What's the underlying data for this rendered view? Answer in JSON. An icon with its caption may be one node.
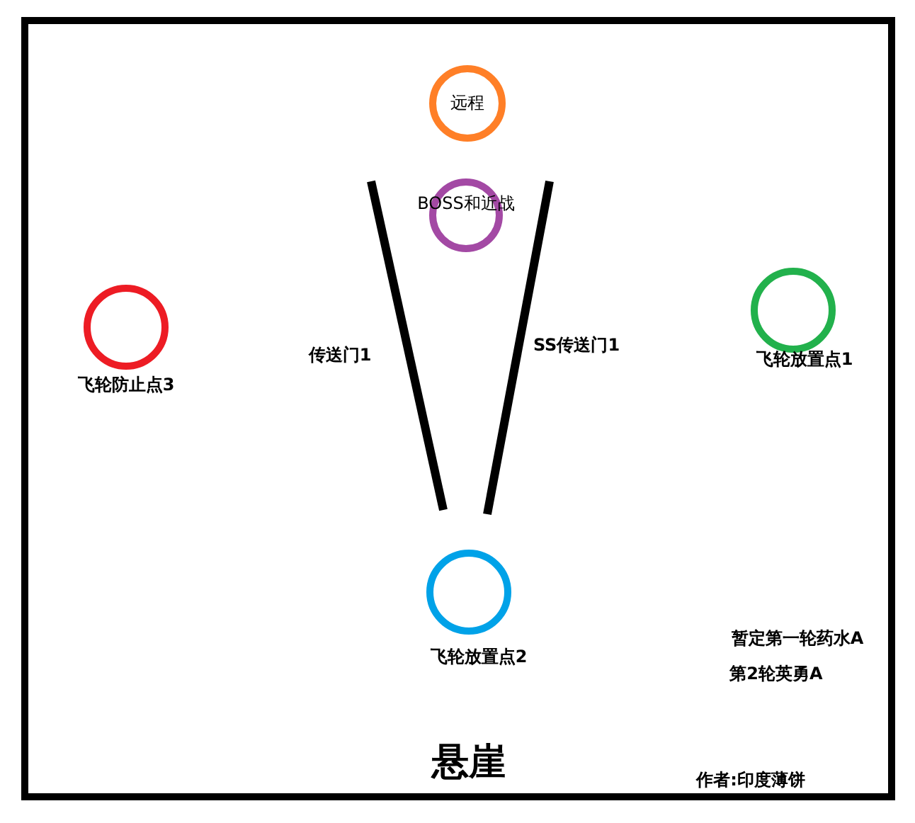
{
  "diagram": {
    "nodes": [
      {
        "text": [
          "远程"
        ]
      },
      {
        "text": [
          "BOSS和近战"
        ]
      },
      {
        "text": [
          "飞轮防止点3"
        ]
      },
      {
        "text": [
          "飞轮放置点1"
        ]
      },
      {
        "text": [
          "飞轮放置点2"
        ]
      }
    ],
    "edges": [],
    "labels": [
      "传送门1",
      "SS传送门1",
      "暂定第一轮药水A",
      "第2轮英勇A",
      "悬崖",
      "作者:印度薄饼"
    ]
  }
}
